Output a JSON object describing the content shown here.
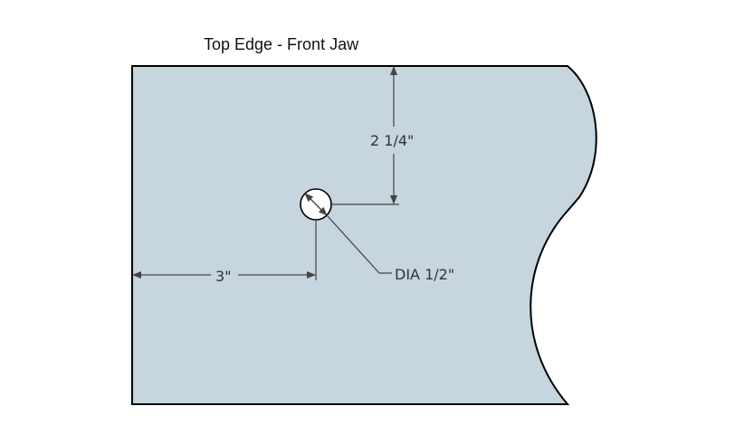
{
  "drawing": {
    "title": "Top Edge - Front Jaw",
    "dimensions": {
      "vertical": "2 1/4\"",
      "horizontal": "3\"",
      "hole_diameter": "DIA 1/2\""
    }
  },
  "colors": {
    "part_fill": "#c6d5de",
    "outline": "#000000",
    "dimension_line": "#444444",
    "hole_fill": "#ffffff"
  }
}
